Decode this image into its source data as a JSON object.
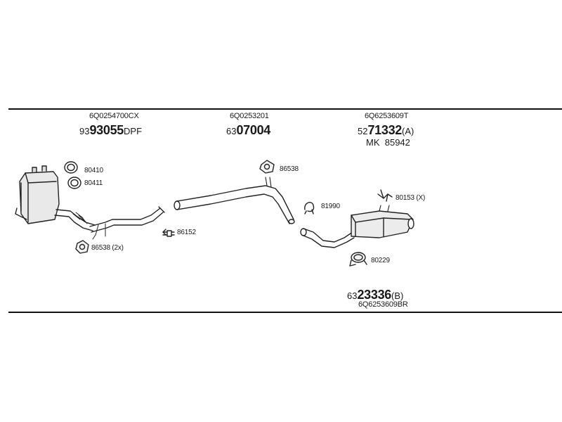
{
  "groups": [
    {
      "oe_number": "6Q0254700CX",
      "prefix": "93",
      "number": "93055",
      "suffix": "DPF"
    },
    {
      "oe_number": "6Q0253201",
      "prefix": "63",
      "number": "07004",
      "suffix": ""
    },
    {
      "oe_number": "6Q6253609T",
      "prefix": "52",
      "number": "71332",
      "suffix": "(A)",
      "mk_label": "MK",
      "mk_number": "85942"
    }
  ],
  "rear_silencer": {
    "prefix": "63",
    "number": "23336",
    "suffix": "(B)",
    "oe_number": "6Q6253609BR"
  },
  "part_labels": {
    "p80410": "80410",
    "p80411": "80411",
    "p86538_front": "86538 (2x)",
    "p86152": "86152",
    "p86538_mid": "86538",
    "p81990": "81990",
    "p80153": "80153 (X)",
    "p80229": "80229"
  },
  "icons": [
    "dpf-catalytic-converter-icon",
    "gasket-ring-icon",
    "flange-gasket-icon",
    "clamp-icon",
    "hanger-rubber-icon",
    "bracket-icon",
    "pipe-clamp-icon"
  ]
}
